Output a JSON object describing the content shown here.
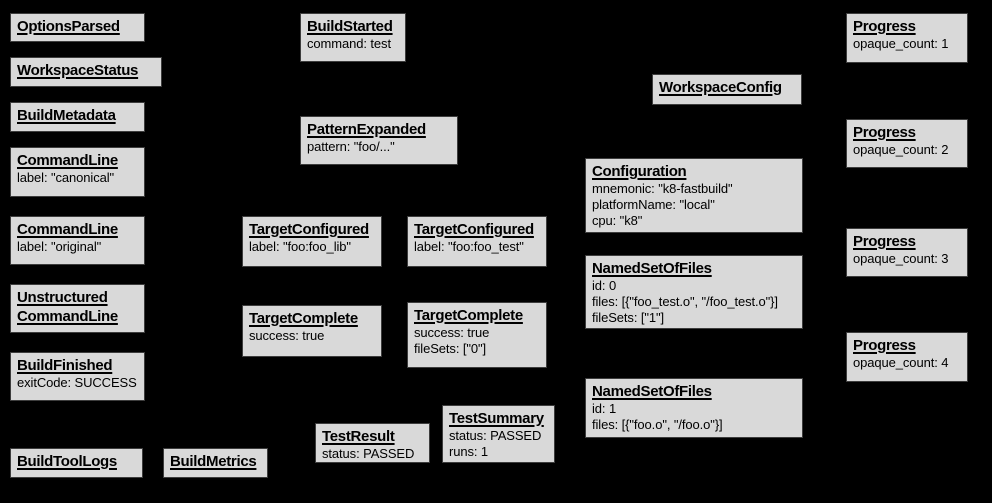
{
  "diagram": {
    "description": "Build event protocol event graph",
    "colors": {
      "background": "#000000",
      "node_fill": "#d9d9d9",
      "node_border": "#3d3d3d",
      "node_text": "#000000"
    }
  },
  "nodes": {
    "options_parsed": {
      "title": "OptionsParsed"
    },
    "workspace_status": {
      "title": "WorkspaceStatus"
    },
    "build_metadata": {
      "title": "BuildMetadata"
    },
    "command_line_canonical": {
      "title": "CommandLine",
      "lines": [
        "label: \"canonical\""
      ]
    },
    "command_line_original": {
      "title": "CommandLine",
      "lines": [
        "label: \"original\""
      ]
    },
    "unstructured_command_line": {
      "title": "Unstructured",
      "title2": "CommandLine"
    },
    "build_finished": {
      "title": "BuildFinished",
      "lines": [
        "exitCode: SUCCESS"
      ]
    },
    "build_tool_logs": {
      "title": "BuildToolLogs"
    },
    "build_metrics": {
      "title": "BuildMetrics"
    },
    "build_started": {
      "title": "BuildStarted",
      "lines": [
        "command: test"
      ]
    },
    "pattern_expanded": {
      "title": "PatternExpanded",
      "lines": [
        "pattern: \"foo/...\""
      ]
    },
    "target_configured_lib": {
      "title": "TargetConfigured",
      "lines": [
        "label: \"foo:foo_lib\""
      ]
    },
    "target_configured_test": {
      "title": "TargetConfigured",
      "lines": [
        "label: \"foo:foo_test\""
      ]
    },
    "target_complete_lib": {
      "title": "TargetComplete",
      "lines": [
        "success: true"
      ]
    },
    "target_complete_test": {
      "title": "TargetComplete",
      "lines": [
        "success: true",
        "fileSets: [\"0\"]"
      ]
    },
    "test_result": {
      "title": "TestResult",
      "lines": [
        "status: PASSED"
      ]
    },
    "test_summary": {
      "title": "TestSummary",
      "lines": [
        "status: PASSED",
        "runs: 1"
      ]
    },
    "workspace_config": {
      "title": "WorkspaceConfig"
    },
    "configuration": {
      "title": "Configuration",
      "lines": [
        "mnemonic: \"k8-fastbuild\"",
        "platformName: \"local\"",
        "cpu: \"k8\""
      ]
    },
    "named_set_of_files_0": {
      "title": "NamedSetOfFiles",
      "lines": [
        "id: 0",
        "files: [{\"foo_test.o\", \"/foo_test.o\"}]",
        "fileSets: [\"1\"]"
      ]
    },
    "named_set_of_files_1": {
      "title": "NamedSetOfFiles",
      "lines": [
        "id: 1",
        "files: [{\"foo.o\", \"/foo.o\"}]"
      ]
    },
    "progress_1": {
      "title": "Progress",
      "lines": [
        "opaque_count: 1"
      ]
    },
    "progress_2": {
      "title": "Progress",
      "lines": [
        "opaque_count: 2"
      ]
    },
    "progress_3": {
      "title": "Progress",
      "lines": [
        "opaque_count: 3"
      ]
    },
    "progress_4": {
      "title": "Progress",
      "lines": [
        "opaque_count: 4"
      ]
    }
  }
}
